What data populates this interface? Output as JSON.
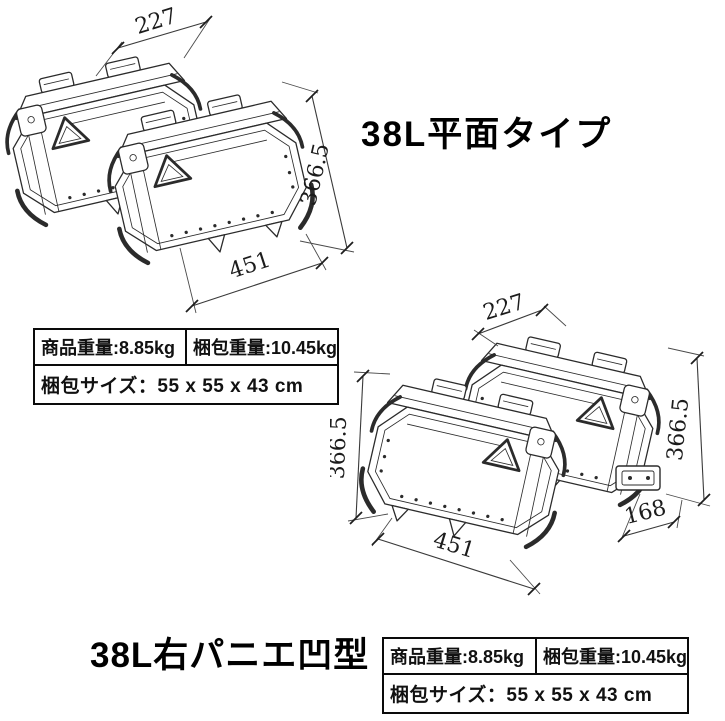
{
  "page": {
    "background": "#ffffff"
  },
  "colors": {
    "line": "#2b2b2b",
    "text": "#111111",
    "table_border": "#0a0a0a"
  },
  "sections": {
    "top": {
      "title": "38L平面タイプ",
      "dimensions": {
        "width_mm": "227",
        "height_mm": "366.5",
        "length_mm": "451"
      },
      "spec_table": {
        "product_weight": "商品重量:8.85kg",
        "package_weight": "梱包重量:10.45kg",
        "package_size": "梱包サイズ：55 x 55 x 43 cm"
      }
    },
    "bottom": {
      "title": "38L右パニエ凹型",
      "dimensions": {
        "width_mm": "227",
        "height_left_mm": "366.5",
        "height_right_mm": "366.5",
        "length_mm": "451",
        "bracket_depth_mm": "168"
      },
      "spec_table": {
        "product_weight": "商品重量:8.85kg",
        "package_weight": "梱包重量:10.45kg",
        "package_size": "梱包サイズ：55 x 55 x 43 cm"
      }
    }
  }
}
